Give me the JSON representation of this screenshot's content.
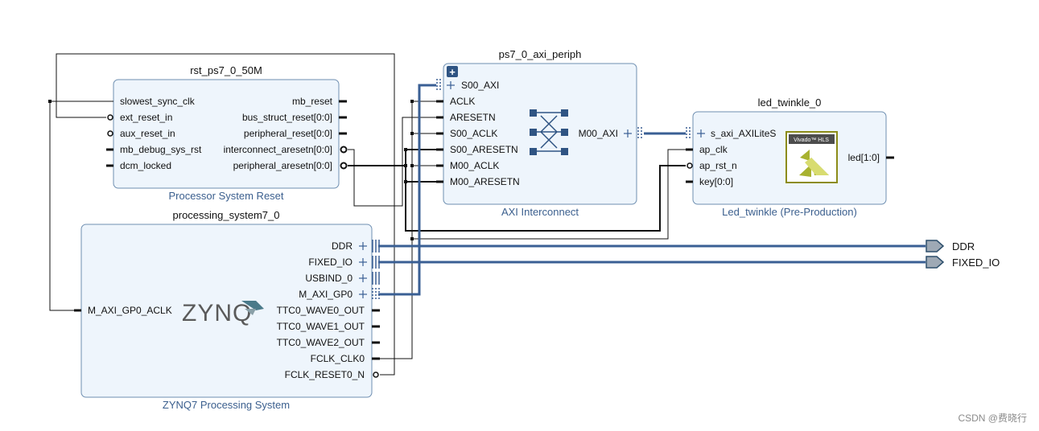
{
  "rst": {
    "title": "rst_ps7_0_50M",
    "subtitle": "Processor System Reset",
    "left_pins": [
      "slowest_sync_clk",
      "ext_reset_in",
      "aux_reset_in",
      "mb_debug_sys_rst",
      "dcm_locked"
    ],
    "right_pins": [
      "mb_reset",
      "bus_struct_reset[0:0]",
      "peripheral_reset[0:0]",
      "interconnect_aresetn[0:0]",
      "peripheral_aresetn[0:0]"
    ]
  },
  "ps7": {
    "title": "processing_system7_0",
    "subtitle": "ZYNQ7 Processing System",
    "logo_text": "ZYNQ",
    "left_pins": [
      "M_AXI_GP0_ACLK"
    ],
    "right_pins": [
      "DDR",
      "FIXED_IO",
      "USBIND_0",
      "M_AXI_GP0",
      "TTC0_WAVE0_OUT",
      "TTC0_WAVE1_OUT",
      "TTC0_WAVE2_OUT",
      "FCLK_CLK0",
      "FCLK_RESET0_N"
    ]
  },
  "axi": {
    "title": "ps7_0_axi_periph",
    "subtitle": "AXI Interconnect",
    "left_pins": [
      "S00_AXI",
      "ACLK",
      "ARESETN",
      "S00_ACLK",
      "S00_ARESETN",
      "M00_ACLK",
      "M00_ARESETN"
    ],
    "right_pins": [
      "M00_AXI"
    ],
    "expand_symbol": "+"
  },
  "led": {
    "title": "led_twinkle_0",
    "subtitle": "Led_twinkle (Pre-Production)",
    "badge_text": "Vivado™ HLS",
    "left_pins": [
      "s_axi_AXILiteS",
      "ap_clk",
      "ap_rst_n",
      "key[0:0]"
    ],
    "right_pins": [
      "led[1:0]"
    ]
  },
  "ports": [
    "DDR",
    "FIXED_IO"
  ],
  "watermark": "CSDN @费晓行",
  "colors": {
    "block_fill": "#eef5fc",
    "block_border": "#6f8fb1",
    "bus": "#3a5f94",
    "subtitle": "#3b5f8e",
    "hls_gold": "#8c8c18"
  }
}
